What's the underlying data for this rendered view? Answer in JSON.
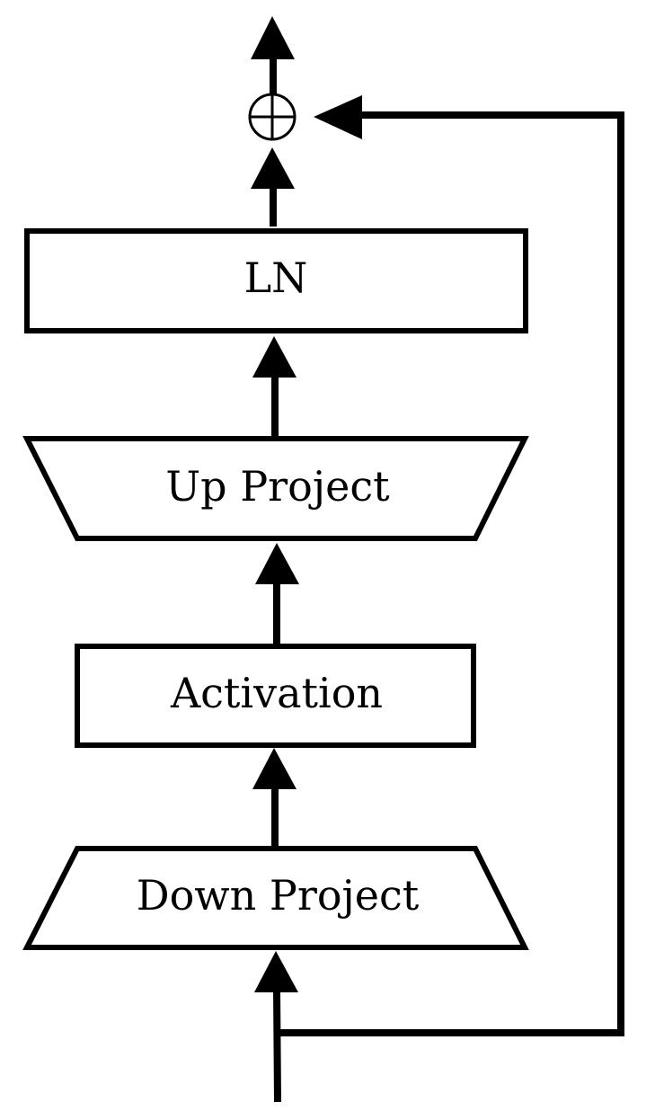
{
  "diagram": {
    "nodes": {
      "ln": "LN",
      "up_project": "Up Project",
      "activation": "Activation",
      "down_project": "Down Project"
    },
    "symbols": {
      "add": "add-circle-plus"
    },
    "colors": {
      "stroke": "#000000",
      "fill": "#ffffff",
      "text": "#000000"
    }
  }
}
